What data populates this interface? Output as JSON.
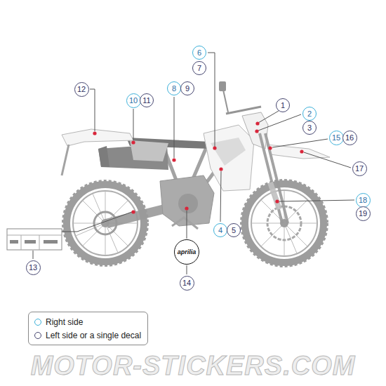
{
  "diagram": {
    "nodes": [
      {
        "text": [
          "6"
        ]
      },
      {
        "text": [
          "7"
        ]
      },
      {
        "text": [
          "12"
        ]
      },
      {
        "text": [
          "1"
        ]
      },
      {
        "text": [
          "8"
        ]
      },
      {
        "text": [
          "9"
        ]
      },
      {
        "text": [
          "10"
        ]
      },
      {
        "text": [
          "11"
        ]
      },
      {
        "text": [
          "2"
        ]
      },
      {
        "text": [
          "3"
        ]
      },
      {
        "text": [
          "15"
        ]
      },
      {
        "text": [
          "16"
        ]
      },
      {
        "text": [
          "17"
        ]
      },
      {
        "text": [
          "18"
        ]
      },
      {
        "text": [
          "19"
        ]
      },
      {
        "text": [
          "4"
        ]
      },
      {
        "text": [
          "5"
        ]
      },
      {
        "text": [
          "13"
        ]
      },
      {
        "text": [
          "aprilia"
        ]
      },
      {
        "text": [
          "14"
        ]
      }
    ],
    "labels": [
      "MOTOR-STICKERS.COM"
    ],
    "legend": [
      {
        "text": "Right side"
      },
      {
        "text": "Left side or a single decal"
      }
    ]
  }
}
